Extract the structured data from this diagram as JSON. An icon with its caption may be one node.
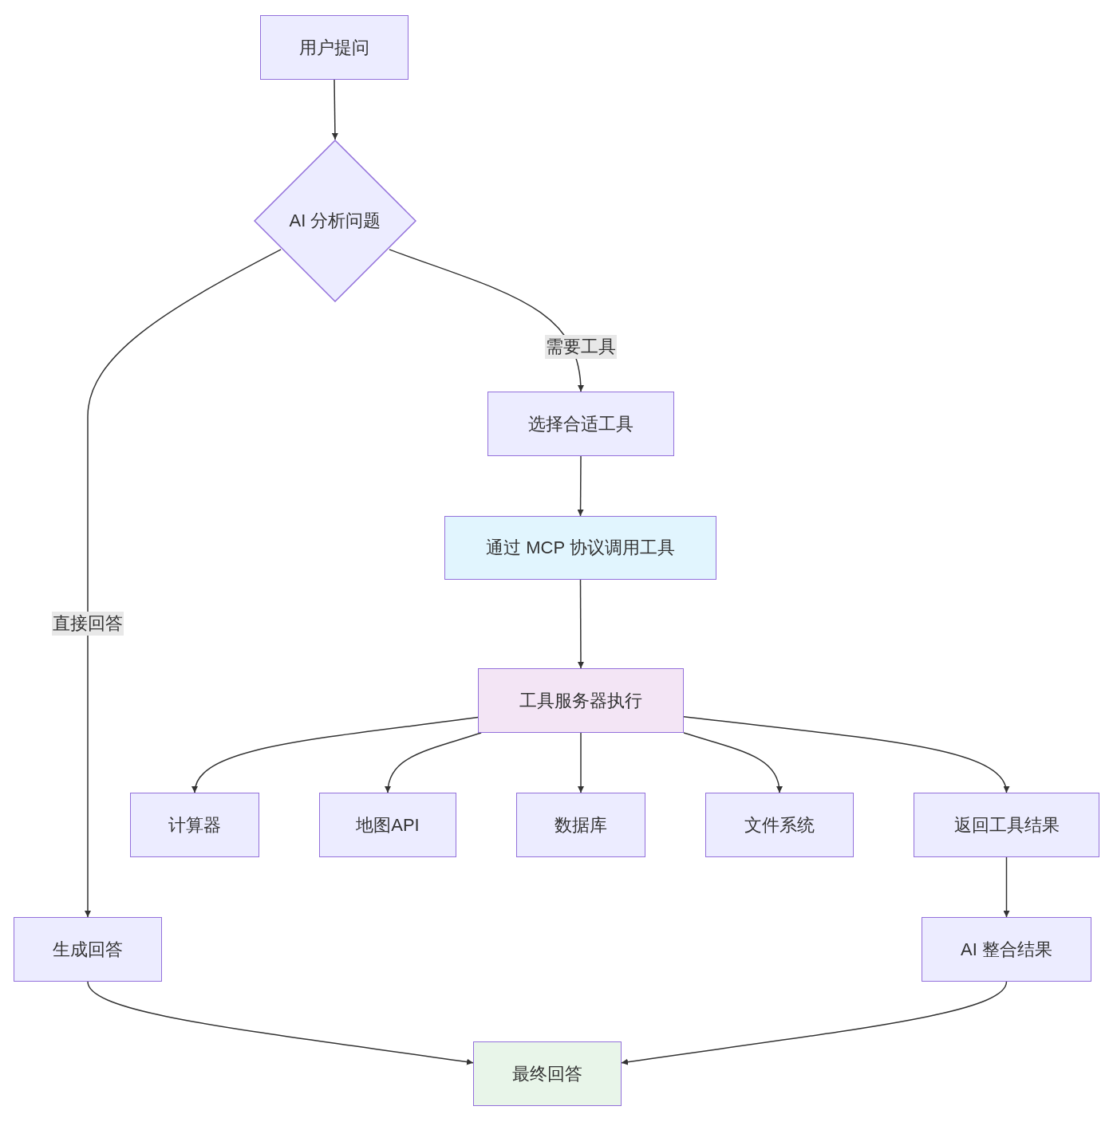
{
  "diagram": {
    "nodes": [
      {
        "text": [
          "用户提问"
        ]
      },
      {
        "text": [
          "AI 分析问题"
        ]
      },
      {
        "text": [
          "选择合适工具"
        ]
      },
      {
        "text": [
          "通过 MCP 协议调用工具"
        ]
      },
      {
        "text": [
          "工具服务器执行"
        ]
      },
      {
        "text": [
          "计算器"
        ]
      },
      {
        "text": [
          "地图API"
        ]
      },
      {
        "text": [
          "数据库"
        ]
      },
      {
        "text": [
          "文件系统"
        ]
      },
      {
        "text": [
          "返回工具结果"
        ]
      },
      {
        "text": [
          "生成回答"
        ]
      },
      {
        "text": [
          "AI 整合结果"
        ]
      },
      {
        "text": [
          "最终回答"
        ]
      }
    ],
    "edges": [
      {
        "from": 0,
        "to": 1,
        "arrow": "to"
      },
      {
        "from": 1,
        "to": 2,
        "arrow": "to",
        "label": "需要工具"
      },
      {
        "from": 1,
        "to": 10,
        "arrow": "to",
        "label": "直接回答"
      },
      {
        "from": 2,
        "to": 3,
        "arrow": "to"
      },
      {
        "from": 3,
        "to": 4,
        "arrow": "to"
      },
      {
        "from": 4,
        "to": 5,
        "arrow": "to"
      },
      {
        "from": 4,
        "to": 6,
        "arrow": "to"
      },
      {
        "from": 4,
        "to": 7,
        "arrow": "to"
      },
      {
        "from": 4,
        "to": 8,
        "arrow": "to"
      },
      {
        "from": 4,
        "to": 9,
        "arrow": "to"
      },
      {
        "from": 9,
        "to": 11,
        "arrow": "to"
      },
      {
        "from": 10,
        "to": 12,
        "arrow": "to"
      },
      {
        "from": 11,
        "to": 12,
        "arrow": "to"
      }
    ]
  }
}
